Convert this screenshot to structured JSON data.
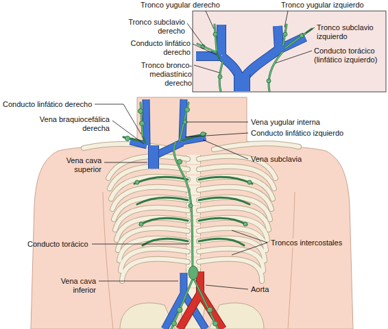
{
  "diagram": {
    "labels": [
      "Tronco yugular derecho",
      "Tronco yugular izquierdo",
      "Tronco subclavio derecho",
      "Tronco subclavio izquierdo",
      "Conducto linfático derecho",
      "Conducto torácico (linfático izquierdo)",
      "Tronco bronco- mediastínico derecho",
      "Conducto linfático derecho",
      "Vena yugular interna",
      "Vena braquiocefálica derecha",
      "Conducto linfático izquierdo",
      "Vena cava superior",
      "Vena subclavia",
      "Conducto torácico",
      "Troncos intercostales",
      "Vena cava inferior",
      "Aorta"
    ]
  }
}
